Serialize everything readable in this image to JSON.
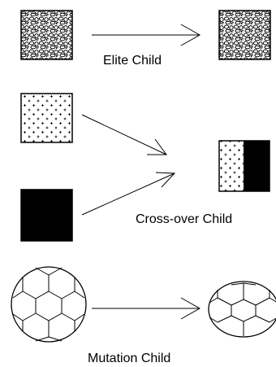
{
  "labels": {
    "elite": "Elite Child",
    "crossover": "Cross-over Child",
    "mutation": "Mutation Child"
  },
  "colors": {
    "ink": "#000000",
    "background": "#ffffff"
  },
  "icons": {
    "elite_parent": "pebble-texture-square",
    "elite_child": "pebble-texture-square",
    "crossover_parent_a": "plus-dotted-square",
    "crossover_parent_b": "solid-black-square",
    "crossover_child": "half-plus-half-black-rectangle",
    "mutation_parent": "soccer-ball-circle",
    "mutation_child": "soccer-ball-ellipse"
  }
}
